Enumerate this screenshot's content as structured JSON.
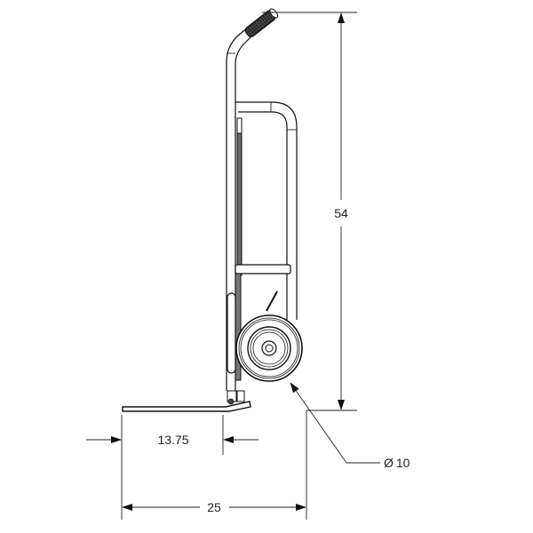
{
  "drawing": {
    "subject": "hand truck side view",
    "units_visible": false,
    "dimensions": {
      "overall_height": {
        "label": "54",
        "value": 54
      },
      "nose_plate_depth": {
        "label": "13.75",
        "value": 13.75
      },
      "overall_depth": {
        "label": "25",
        "value": 25
      },
      "wheel_diameter": {
        "label": "Ø10",
        "symbol": "Ø",
        "value": 10,
        "text": "10"
      }
    },
    "colors": {
      "line": "#111111",
      "background": "#ffffff",
      "grip": "#333333"
    }
  }
}
